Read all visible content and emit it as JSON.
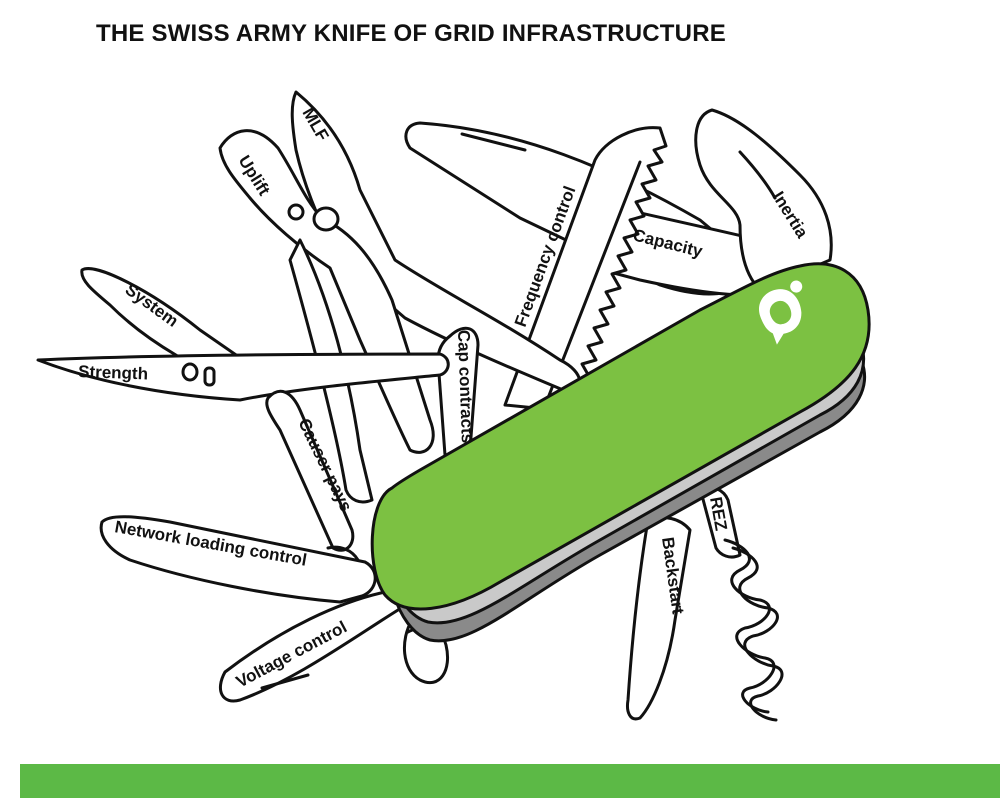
{
  "title": "THE SWISS ARMY KNIFE OF GRID INFRASTRUCTURE",
  "colors": {
    "handle": "#7cc142",
    "handle_shadow": "#8a8a8a",
    "footer_bar": "#5cb946",
    "outline": "#111111"
  },
  "tools": [
    {
      "id": "mlf",
      "label": "MLF"
    },
    {
      "id": "uplift",
      "label": "Uplift"
    },
    {
      "id": "frequency-control",
      "label": "Frequency control"
    },
    {
      "id": "capacity",
      "label": "Capacity"
    },
    {
      "id": "inertia",
      "label": "Inertia"
    },
    {
      "id": "system",
      "label": "System"
    },
    {
      "id": "strength",
      "label": "Strength"
    },
    {
      "id": "cap-contracts",
      "label": "Cap contracts"
    },
    {
      "id": "causer-pays",
      "label": "Causer pays"
    },
    {
      "id": "network-loading-control",
      "label": "Network loading control"
    },
    {
      "id": "voltage-control",
      "label": "Voltage control"
    },
    {
      "id": "backstart",
      "label": "Backstart"
    },
    {
      "id": "rez",
      "label": "REZ"
    }
  ],
  "logo": {
    "icon": "brand-logo-icon"
  }
}
